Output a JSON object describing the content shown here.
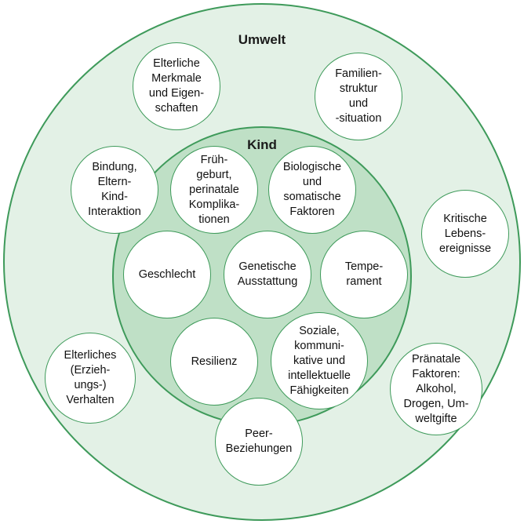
{
  "diagram": {
    "outer_label": "Umwelt",
    "inner_label": "Kind",
    "colors": {
      "outer_fill": "#e3f1e6",
      "inner_fill": "#bfe0c6",
      "stroke": "#3e9a5a",
      "node_fill": "#ffffff"
    },
    "environment_factors": {
      "elterliche_merkmale": "Elterliche\nMerkmale\nund Eigen-\nschaften",
      "familienstruktur": "Familien-\nstruktur\nund\n-situation",
      "bindung": "Bindung,\nEltern-\nKind-\nInteraktion",
      "kritische_lebensereignisse": "Kritische\nLebens-\nereignisse",
      "elterliches_verhalten": "Elterliches\n(Erzieh-\nungs-)\nVerhalten",
      "praenatale_faktoren": "Pränatale\nFaktoren:\nAlkohol,\nDrogen, Um-\nweltgifte",
      "peer_beziehungen": "Peer-\nBeziehungen"
    },
    "child_factors": {
      "fruehgeburt": "Früh-\ngeburt,\nperinatale\nKomplika-\ntionen",
      "biologische_faktoren": "Biologische\nund\nsomatische\nFaktoren",
      "geschlecht": "Geschlecht",
      "genetische_ausstattung": "Genetische\nAusstattung",
      "temperament": "Tempe-\nrament",
      "resilienz": "Resilienz",
      "soziale_faehigkeiten": "Soziale,\nkommuni-\nkative und\nintellektuelle\nFähigkeiten"
    }
  }
}
